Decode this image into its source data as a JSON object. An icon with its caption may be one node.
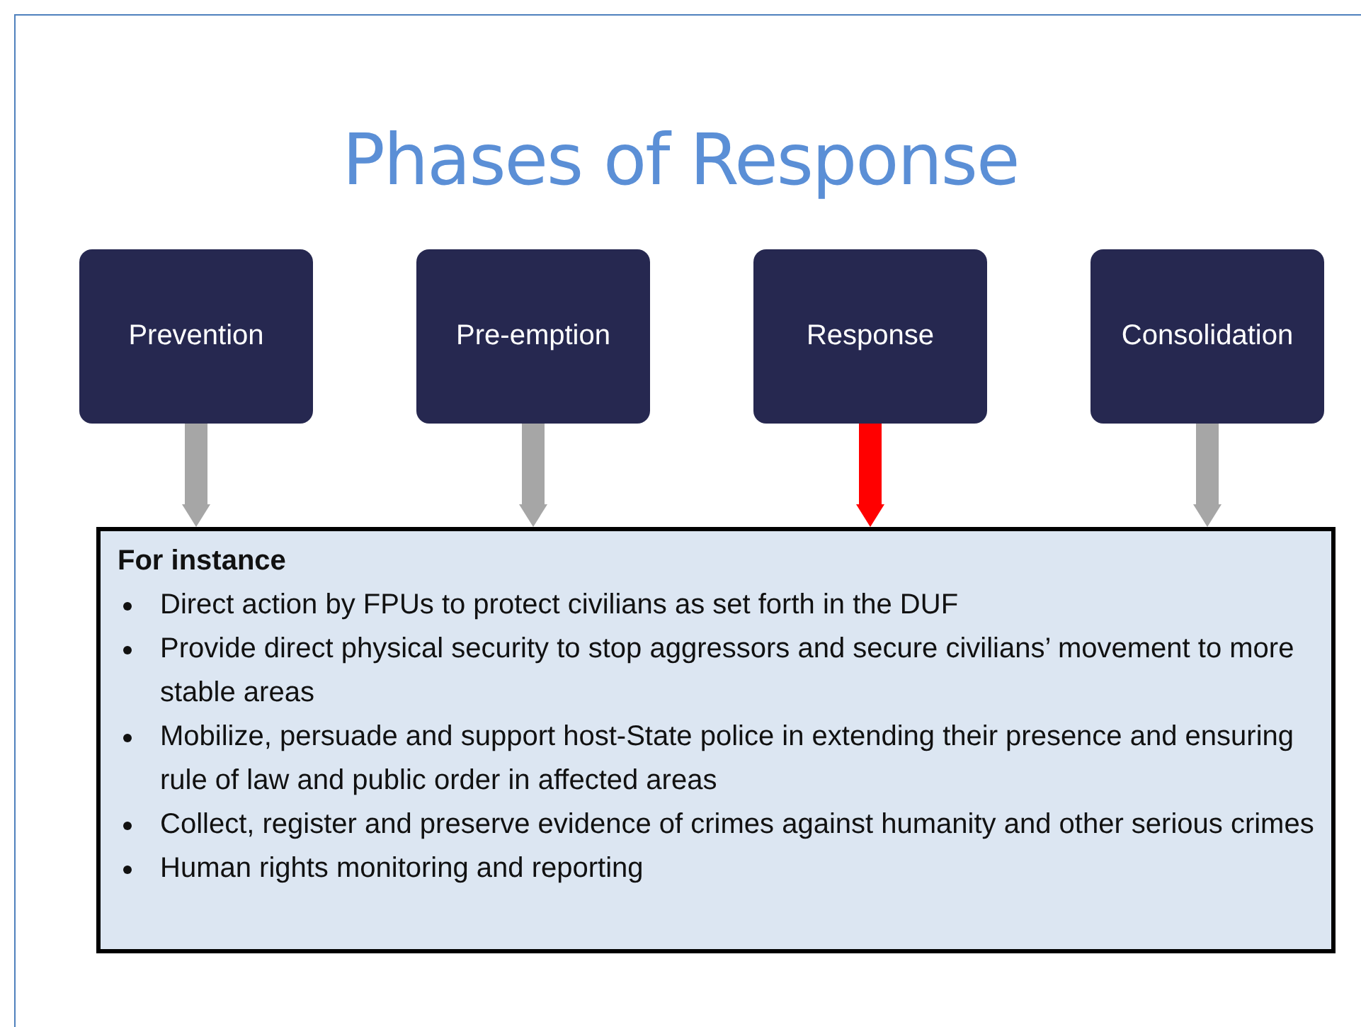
{
  "diagram": {
    "title": "Phases of Response",
    "nodes": [
      {
        "text": [
          "Prevention"
        ]
      },
      {
        "text": [
          "Pre-emption"
        ]
      },
      {
        "text": [
          "Response"
        ]
      },
      {
        "text": [
          "Consolidation"
        ]
      },
      {
        "text": [
          "For instance",
          "Direct action by FPUs to protect civilians as set forth in the DUF",
          "Provide direct physical security to stop aggressors and secure civilians’ movement to more stable areas",
          "Mobilize, persuade and support host-State police in extending their presence and ensuring rule of law and public order in affected areas",
          "Collect, register and preserve evidence of crimes against humanity and other serious crimes",
          "Human rights monitoring and reporting"
        ]
      }
    ],
    "edges": [
      {
        "from": 0,
        "to": 4,
        "arrow": "to"
      },
      {
        "from": 1,
        "to": 4,
        "arrow": "to"
      },
      {
        "from": 2,
        "to": 4,
        "arrow": "to",
        "color": "#ff0000"
      },
      {
        "from": 3,
        "to": 4,
        "arrow": "to"
      }
    ]
  }
}
